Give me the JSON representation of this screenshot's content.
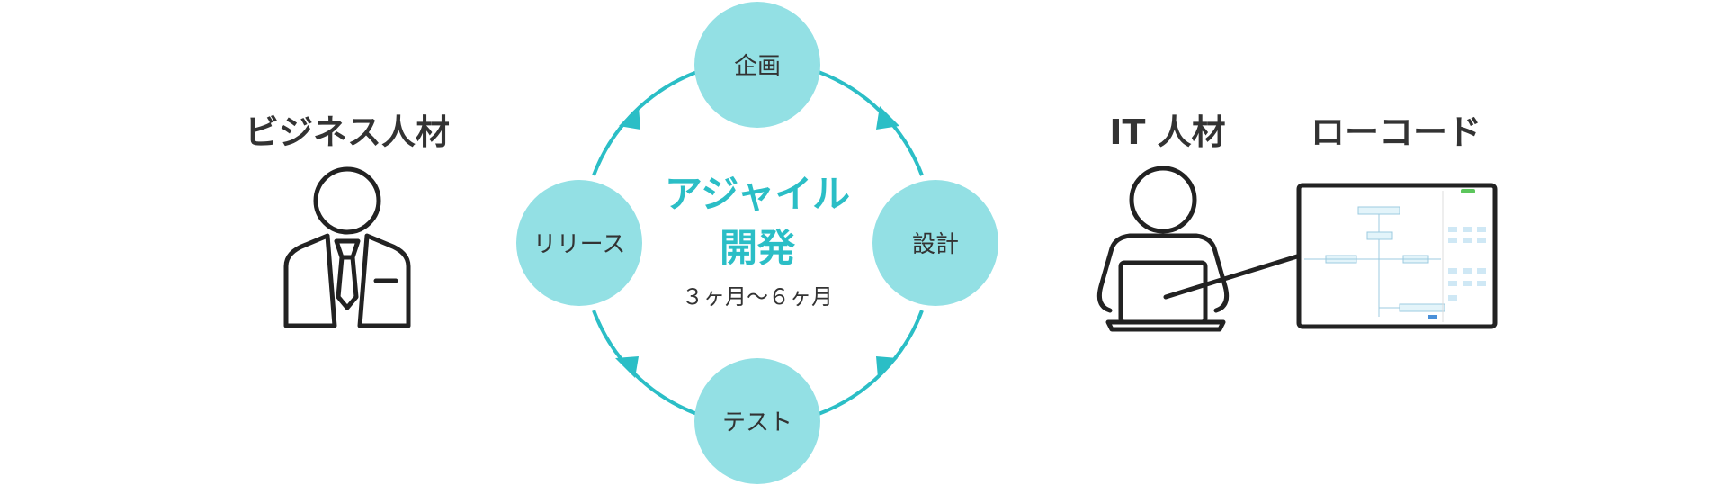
{
  "business": {
    "title": "ビジネス人材",
    "icon": "businessman-icon"
  },
  "cycle": {
    "center_line1": "アジャイル",
    "center_line2": "開発",
    "duration": "３ヶ月〜６ヶ月",
    "stages": {
      "plan": "企画",
      "design": "設計",
      "test": "テスト",
      "release": "リリース"
    },
    "colors": {
      "circle": "#93e0e4",
      "ring": "#2bbec6",
      "accent_text": "#2bbec6"
    }
  },
  "it": {
    "title": "IT 人材",
    "icon": "developer-with-laptop-icon"
  },
  "lowcode": {
    "title": "ローコード",
    "icon": "lowcode-editor-screen-icon"
  }
}
